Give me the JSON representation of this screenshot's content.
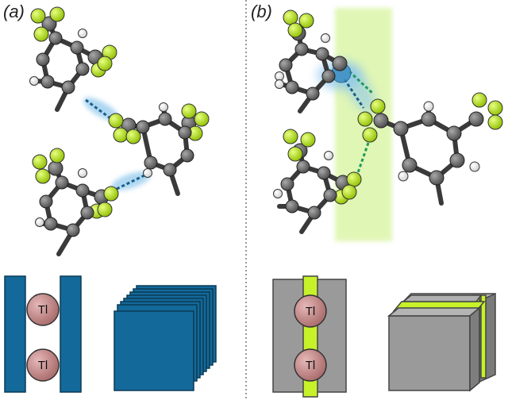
{
  "panels": [
    {
      "label": "(a)",
      "tl_labels": [
        "Tl",
        "Tl"
      ]
    },
    {
      "label": "(b)",
      "tl_labels": [
        "Tl",
        "Tl"
      ]
    }
  ],
  "colors": {
    "carbon": "#646464",
    "fluorine": "#b6e31b",
    "hydrogen": "#ffffff",
    "thallium": "#c98a8a",
    "blue_slab": "#13699a",
    "gray_slab": "#9a9a9a",
    "green_slab": "#c7f22a",
    "blue_glow": "#8cc6ec",
    "green_glow": "#c8f07a",
    "contact_blue": "#1a5f8a",
    "contact_green": "#1e9a5a"
  }
}
